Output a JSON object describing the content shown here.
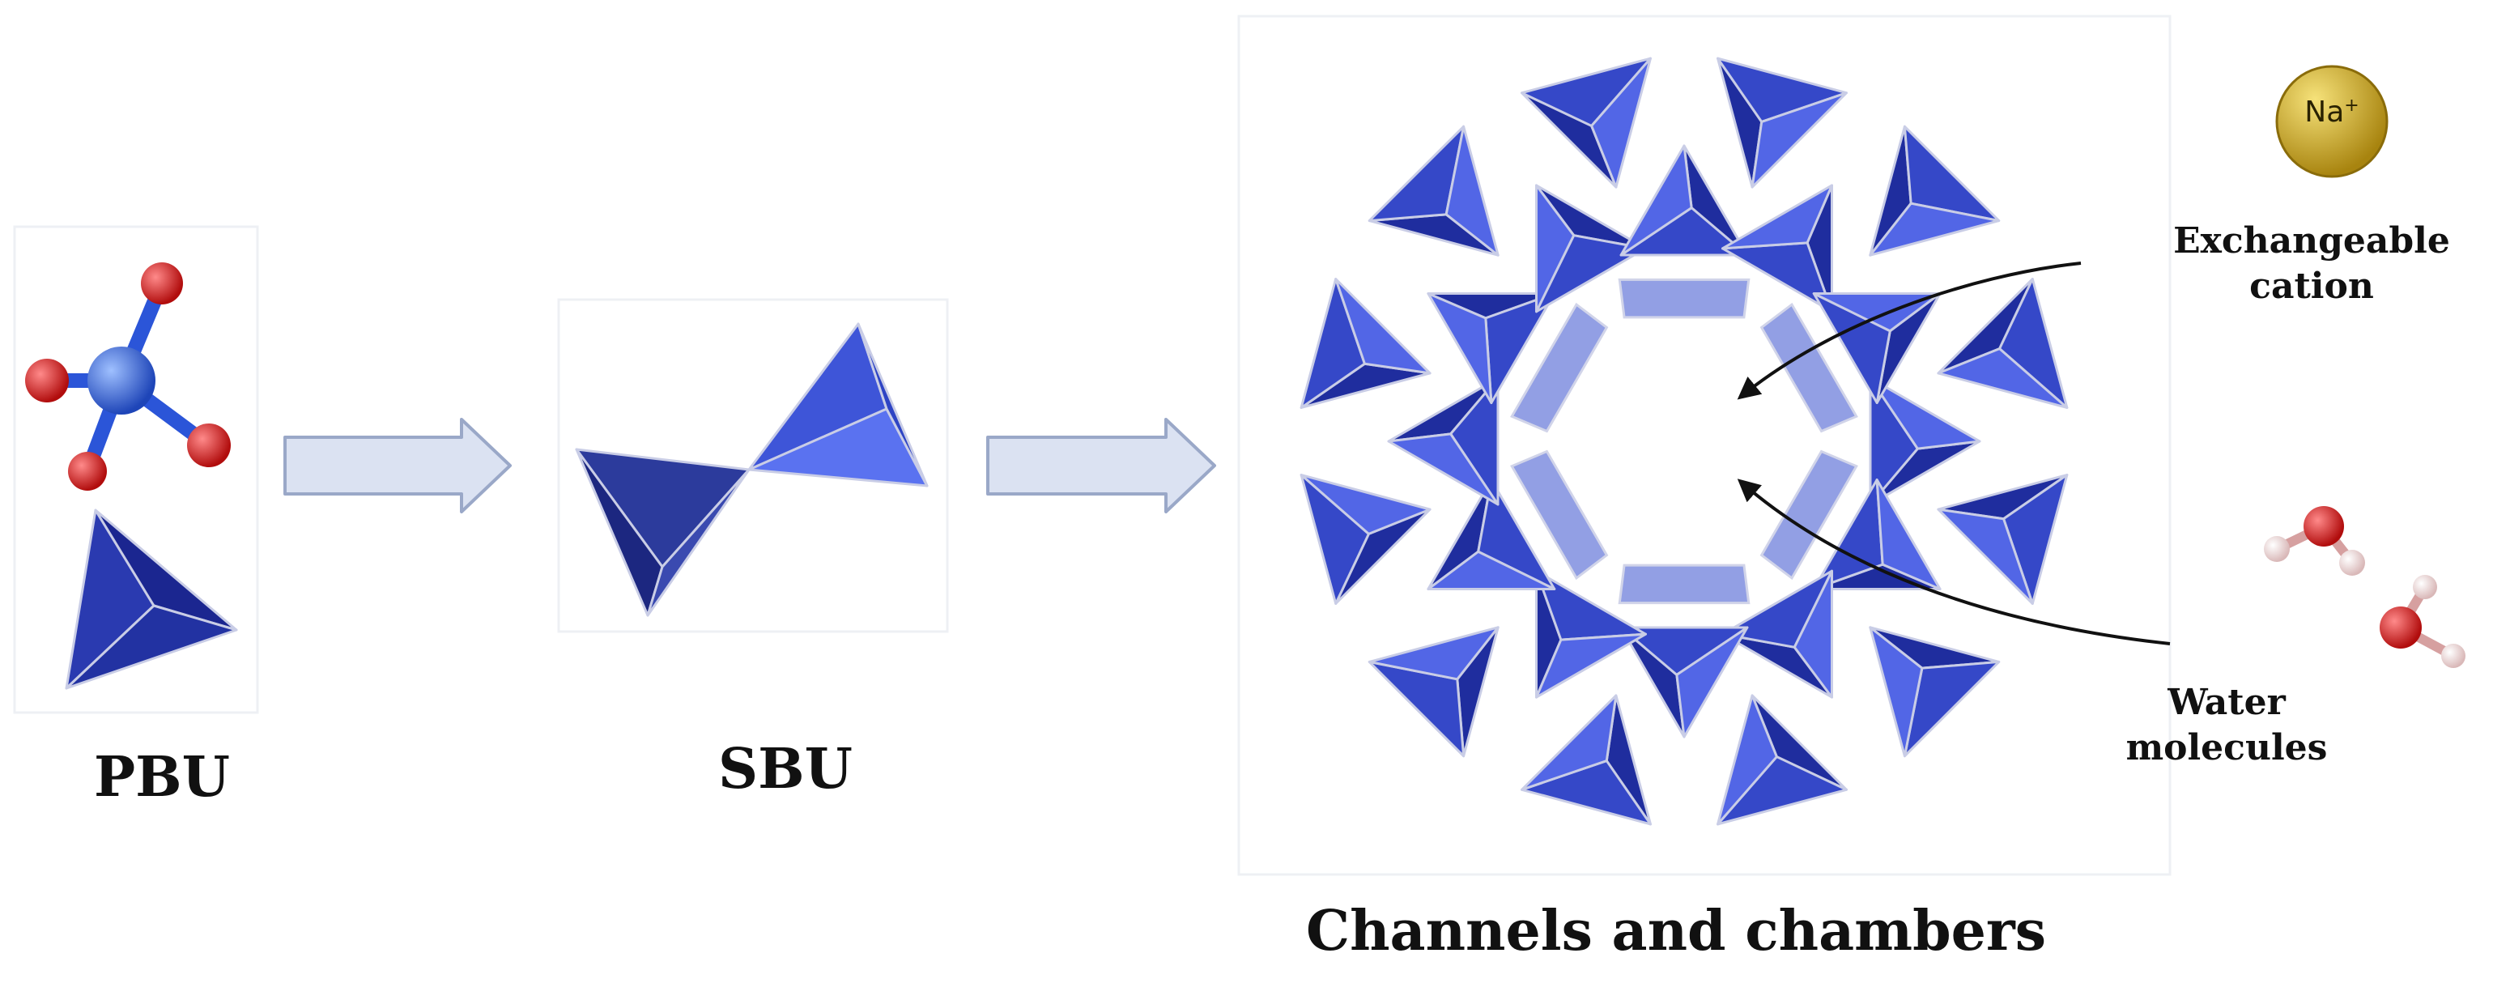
{
  "labels": {
    "pbu": "PBU",
    "sbu": "SBU",
    "framework": "Channels and chambers",
    "cation_line1": "Exchangeable",
    "cation_line2": "cation",
    "water_line1": "Water",
    "water_line2": "molecules",
    "na_symbol": "Na",
    "na_charge": "+"
  },
  "colors": {
    "tetra_dark": "#1f2d9e",
    "tetra_mid": "#3548c8",
    "tetra_light": "#5266e6",
    "tetra_edge": "#c9cde6",
    "oxygen": "#d81c1c",
    "silicon": "#2f6be0",
    "bond_blue": "#2b55d8",
    "hydrogen": "#f2dede",
    "sodium": "#c9a21e",
    "arrow_fill": "#dbe2f2",
    "arrow_stroke": "#9aa8c8"
  },
  "icons": [
    "pbu-molecule",
    "pbu-tetrahedron",
    "sbu-tetrahedron-pair",
    "zeolite-framework",
    "sodium-ion",
    "water-molecule",
    "pointer-arrow"
  ]
}
